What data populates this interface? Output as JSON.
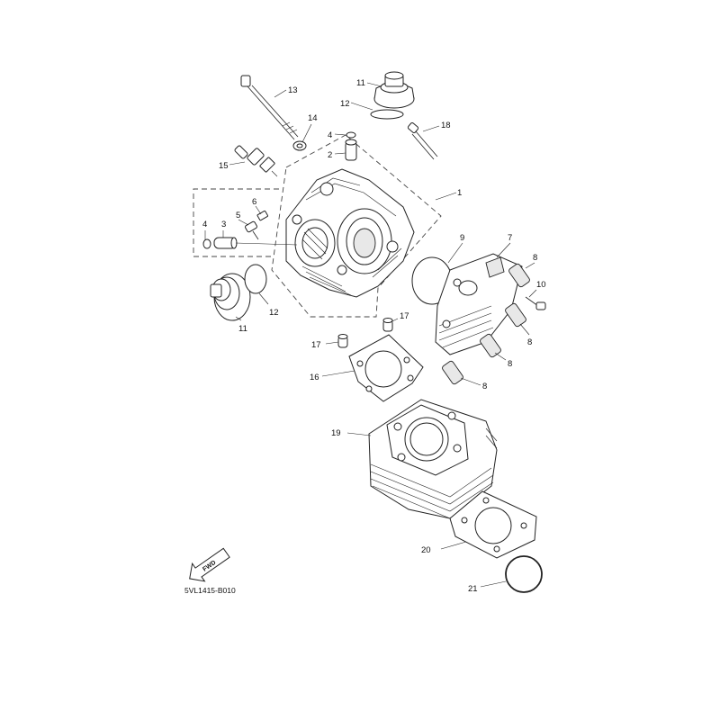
{
  "diagram_code": "5VL1415-B010",
  "fwd_label": "FWD",
  "callouts": [
    {
      "id": "c13",
      "text": "13"
    },
    {
      "id": "c11a",
      "text": "11"
    },
    {
      "id": "c12a",
      "text": "12"
    },
    {
      "id": "c18",
      "text": "18"
    },
    {
      "id": "c14",
      "text": "14"
    },
    {
      "id": "c4a",
      "text": "4"
    },
    {
      "id": "c2",
      "text": "2"
    },
    {
      "id": "c15",
      "text": "15"
    },
    {
      "id": "c1",
      "text": "1"
    },
    {
      "id": "c6",
      "text": "6"
    },
    {
      "id": "c5",
      "text": "5"
    },
    {
      "id": "c4b",
      "text": "4"
    },
    {
      "id": "c3",
      "text": "3"
    },
    {
      "id": "c9",
      "text": "9"
    },
    {
      "id": "c7",
      "text": "7"
    },
    {
      "id": "c8a",
      "text": "8"
    },
    {
      "id": "c10",
      "text": "10"
    },
    {
      "id": "c12b",
      "text": "12"
    },
    {
      "id": "c11b",
      "text": "11"
    },
    {
      "id": "c17a",
      "text": "17"
    },
    {
      "id": "c17b",
      "text": "17"
    },
    {
      "id": "c8b",
      "text": "8"
    },
    {
      "id": "c8c",
      "text": "8"
    },
    {
      "id": "c16",
      "text": "16"
    },
    {
      "id": "c8d",
      "text": "8"
    },
    {
      "id": "c19",
      "text": "19"
    },
    {
      "id": "c20",
      "text": "20"
    },
    {
      "id": "c21",
      "text": "21"
    }
  ]
}
